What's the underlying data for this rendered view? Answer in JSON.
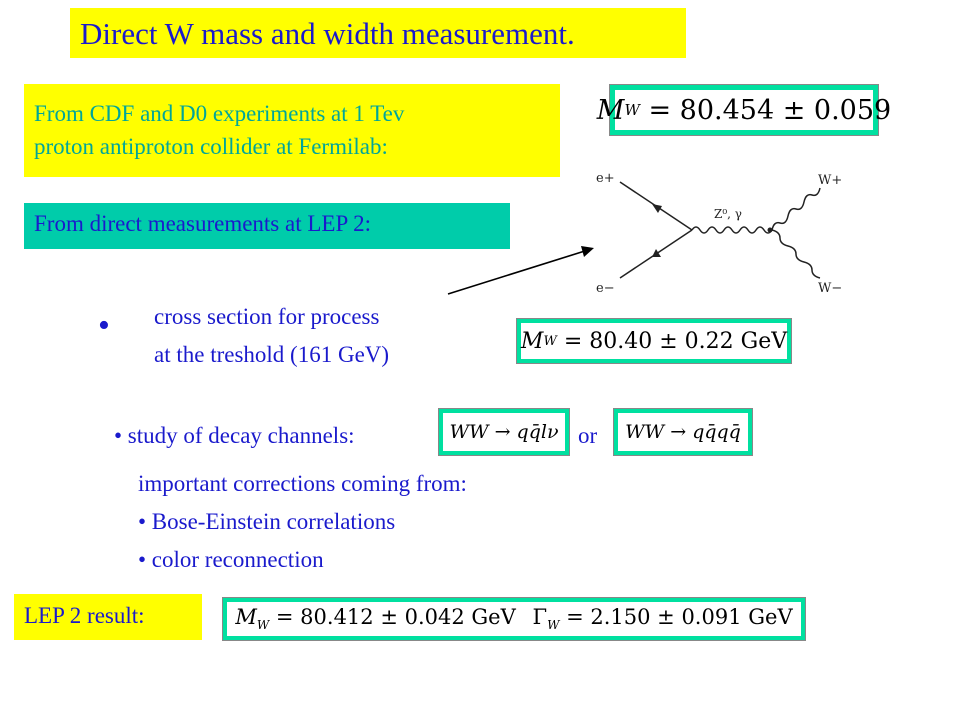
{
  "title": "Direct W mass and width measurement.",
  "cdf_text": {
    "line1": "From CDF and D0 experiments at 1 Tev",
    "line2": "proton antiproton collider at Fermilab:"
  },
  "formula_cdf": {
    "lhs": "M",
    "sub": "W",
    "rhs": "= 80.454 ± 0.059"
  },
  "lep_direct": "From direct measurements  at LEP 2:",
  "bullet_cross": {
    "bullet": "•",
    "line1": "cross section for process",
    "line2": "at the treshold (161 GeV)"
  },
  "formula_threshold": {
    "lhs": "M",
    "sub": "W",
    "rhs": "= 80.40 ± 0.22 GeV"
  },
  "decay_label": "• study of decay channels:",
  "decay_formula1": "WW → qq̄lν",
  "decay_or": "or",
  "decay_formula2": "WW → qq̄qq̄",
  "corrections": {
    "head": "important corrections coming from:",
    "item1": "• Bose-Einstein  correlations",
    "item2": "• color reconnection"
  },
  "result_label": "LEP 2 result:",
  "formula_result": {
    "mass_lhs": "M",
    "mass_sub": "W",
    "mass_rhs": "= 80.412 ± 0.042 GeV",
    "width_lhs": "Γ",
    "width_sub": "W",
    "width_rhs": "= 2.150 ± 0.091 GeV"
  },
  "diagram": {
    "e_plus": "e+",
    "e_minus": "e−",
    "boson": "Z⁰, γ",
    "w_plus": "W+",
    "w_minus": "W−"
  },
  "colors": {
    "title_bg": "#ffff00",
    "text_blue": "#1a1acc",
    "teal_text": "#00a69a",
    "formula_bg": "#00e0a0",
    "lep_bg": "#00ccaa"
  }
}
